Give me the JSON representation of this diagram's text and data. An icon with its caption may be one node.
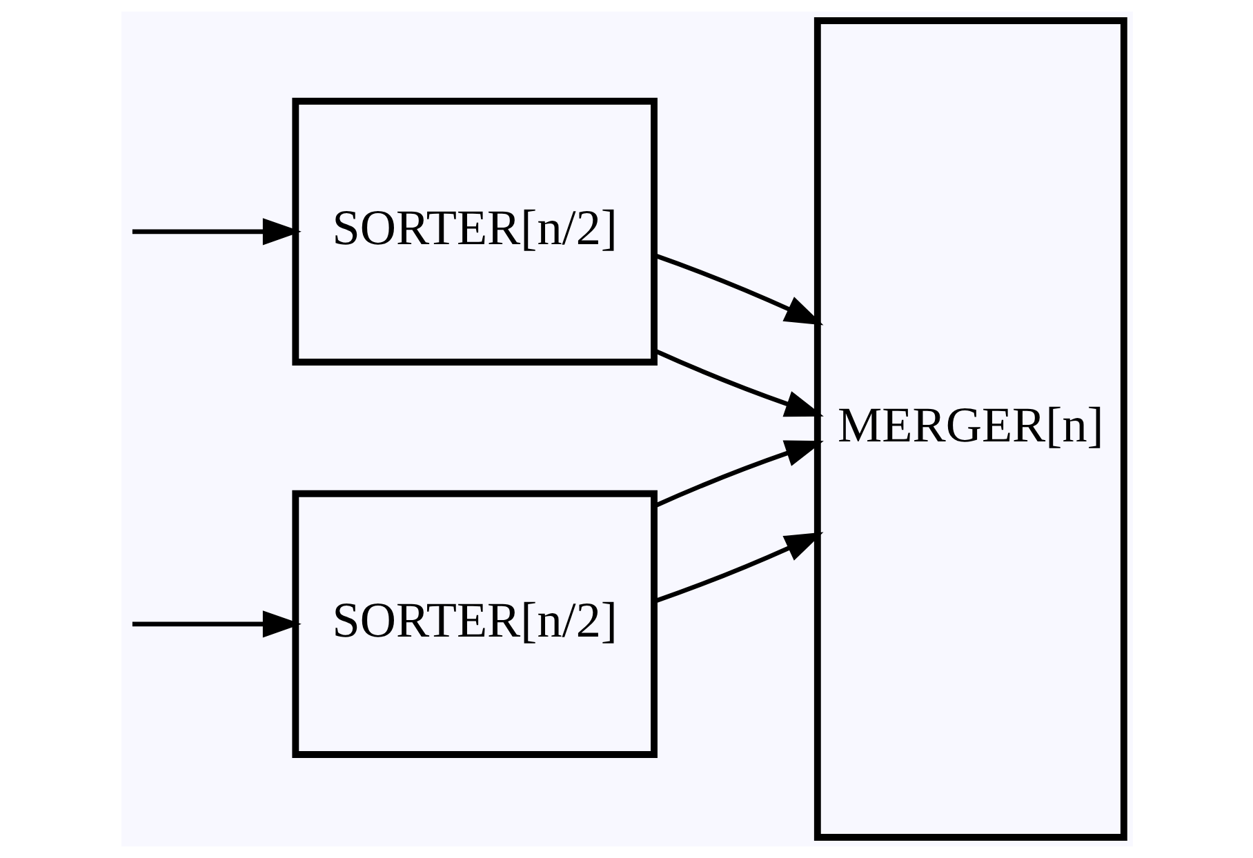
{
  "diagram": {
    "nodes": [
      {
        "text": [
          "SORTER[n/2]"
        ]
      },
      {
        "text": [
          "SORTER[n/2]"
        ]
      },
      {
        "text": [
          "MERGER[n]"
        ]
      }
    ],
    "edges": [
      {
        "from": null,
        "to": 0,
        "arrow": "to"
      },
      {
        "from": null,
        "to": 1,
        "arrow": "to"
      },
      {
        "from": 0,
        "to": 2,
        "arrow": "to"
      },
      {
        "from": 0,
        "to": 2,
        "arrow": "to"
      },
      {
        "from": 1,
        "to": 2,
        "arrow": "to"
      },
      {
        "from": 1,
        "to": 2,
        "arrow": "to"
      }
    ]
  }
}
